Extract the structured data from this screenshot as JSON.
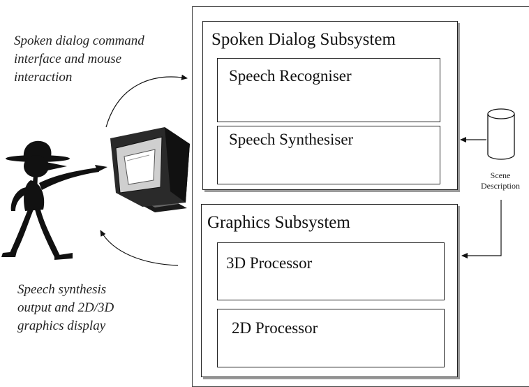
{
  "captions": {
    "input": [
      "Spoken dialog command",
      "interface and mouse",
      "interaction"
    ],
    "output": [
      "Speech synthesis",
      "output and 2D/3D",
      "graphics display"
    ]
  },
  "spoken_dialog": {
    "title": "Spoken Dialog Subsystem",
    "recogniser": "Speech Recogniser",
    "synthesiser": "Speech Synthesiser"
  },
  "graphics": {
    "title": "Graphics Subsystem",
    "processor_3d": "3D Processor",
    "processor_2d": "2D Processor"
  },
  "scene_description": [
    "Scene",
    "Description"
  ],
  "icons": {
    "person": "stick-figure-person-icon",
    "computer": "crt-monitor-icon",
    "database": "cylinder-database-icon"
  },
  "colors": {
    "stroke": "#111111",
    "shadow": "#9a9a9a"
  }
}
